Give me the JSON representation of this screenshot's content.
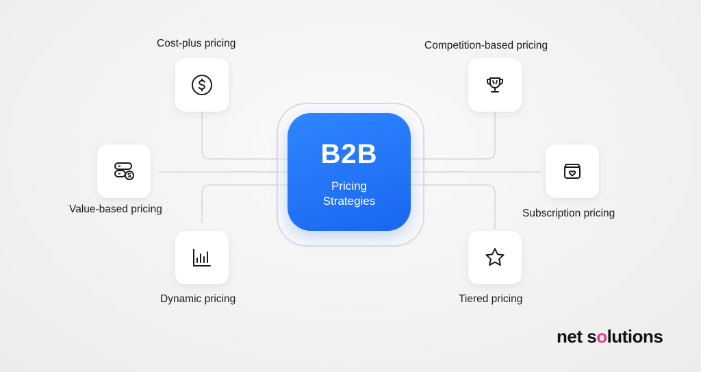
{
  "hub": {
    "title": "B2B",
    "subtitle_line1": "Pricing",
    "subtitle_line2": "Strategies"
  },
  "strategies": [
    {
      "label": "Cost-plus pricing",
      "icon": "dollar-coin-icon"
    },
    {
      "label": "Competition-based pricing",
      "icon": "trophy-icon"
    },
    {
      "label": "Value-based pricing",
      "icon": "server-dollar-icon"
    },
    {
      "label": "Subscription pricing",
      "icon": "box-heart-icon"
    },
    {
      "label": "Dynamic pricing",
      "icon": "bar-chart-icon"
    },
    {
      "label": "Tiered pricing",
      "icon": "star-icon"
    }
  ],
  "brand": {
    "part1": "net s",
    "part2": "o",
    "part3": "lutions"
  }
}
